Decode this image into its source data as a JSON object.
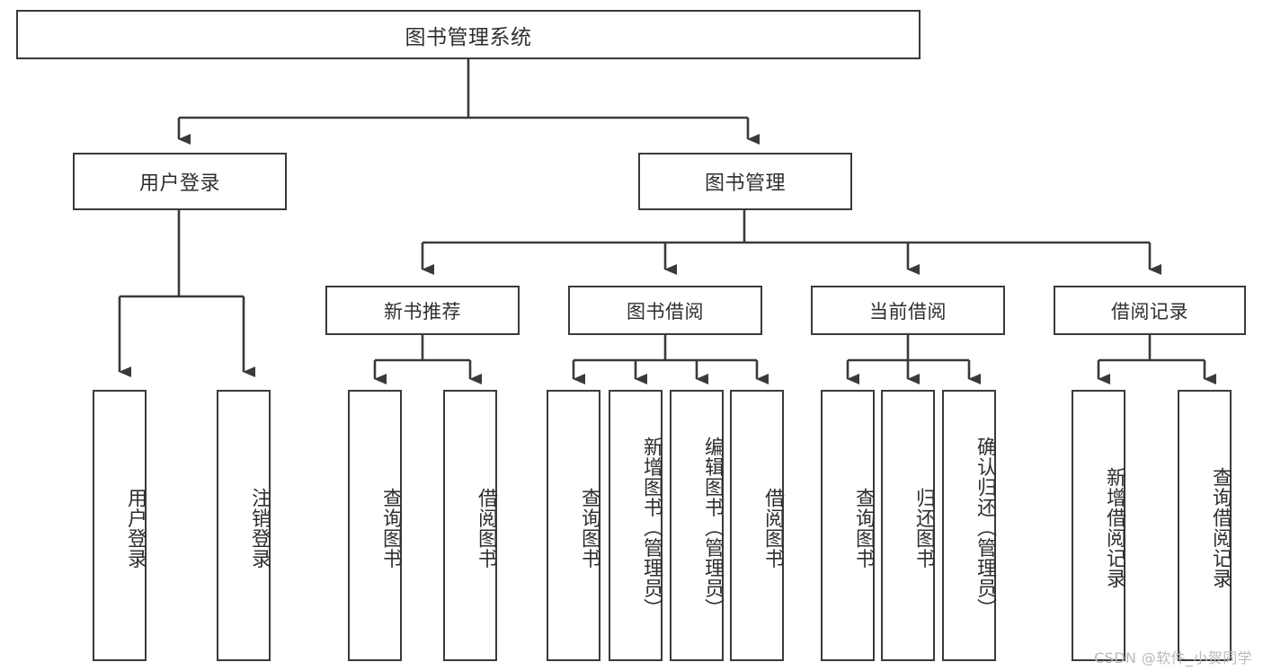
{
  "diagram": {
    "title": "图书管理系统",
    "watermark": "CSDN @软件_小贺同学",
    "line_color": "#3a3a3a",
    "text_color": "#2f2f2f",
    "background": "#ffffff",
    "root": {
      "label": "图书管理系统"
    },
    "level2": [
      {
        "label": "用户登录"
      },
      {
        "label": "图书管理"
      }
    ],
    "level3": [
      {
        "label": "新书推荐"
      },
      {
        "label": "图书借阅"
      },
      {
        "label": "当前借阅"
      },
      {
        "label": "借阅记录"
      }
    ],
    "leaves": {
      "user_login": [
        {
          "label": "用户登录"
        },
        {
          "label": "注销登录"
        }
      ],
      "new_book_recommend": [
        {
          "label": "查询图书"
        },
        {
          "label": "借阅图书"
        }
      ],
      "book_borrow": [
        {
          "label": "查询图书"
        },
        {
          "label": "新增图书（管理员）"
        },
        {
          "label": "编辑图书（管理员）"
        },
        {
          "label": "借阅图书"
        }
      ],
      "current_borrow": [
        {
          "label": "查询图书"
        },
        {
          "label": "归还图书"
        },
        {
          "label": "确认归还（管理员）"
        }
      ],
      "borrow_record": [
        {
          "label": "新增借阅记录"
        },
        {
          "label": "查询借阅记录"
        }
      ]
    }
  }
}
